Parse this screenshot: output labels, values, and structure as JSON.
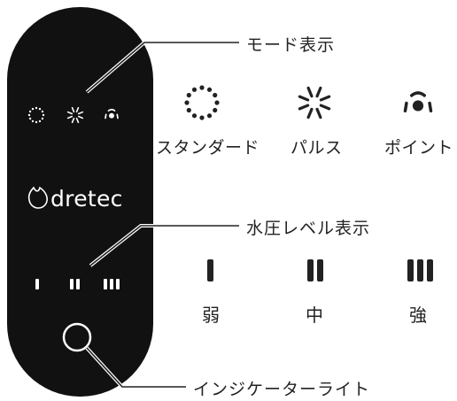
{
  "callouts": {
    "mode_display": "モード表示",
    "water_pressure_display": "水圧レベル表示",
    "indicator_light": "インジケーターライト"
  },
  "modes": [
    {
      "name": "スタンダード",
      "icon": "dotted-ring-icon"
    },
    {
      "name": "パルス",
      "icon": "dashed-burst-icon"
    },
    {
      "name": "ポイント",
      "icon": "point-spray-icon"
    }
  ],
  "levels": [
    {
      "name": "弱",
      "bars": 1
    },
    {
      "name": "中",
      "bars": 2
    },
    {
      "name": "強",
      "bars": 3
    }
  ],
  "device": {
    "brand": "dretec",
    "colors": {
      "body": "#111111",
      "icon": "#ffffff",
      "ink": "#222222"
    }
  }
}
